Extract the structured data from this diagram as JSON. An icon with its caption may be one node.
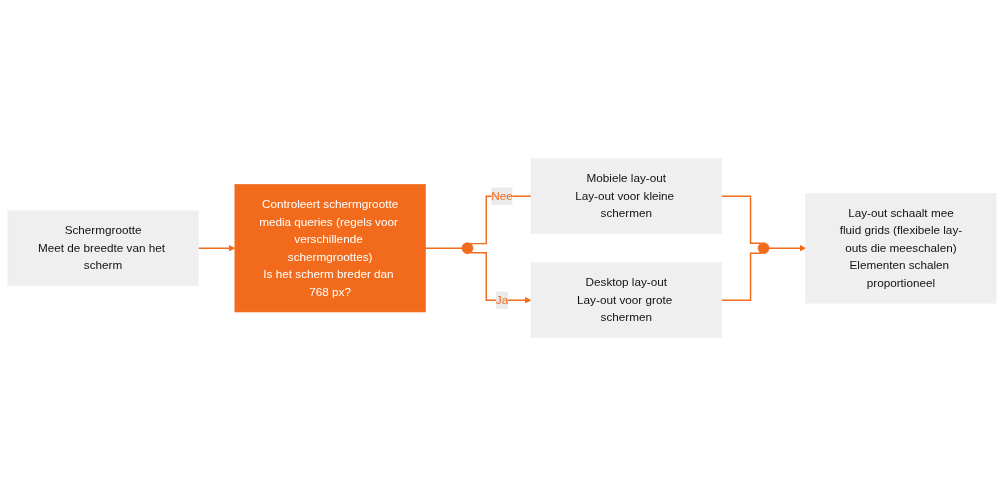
{
  "diagram": {
    "nodes": [
      {
        "text": [
          "Schermgrootte",
          "Meet de breedte van het scherm"
        ]
      },
      {
        "text": [
          "Controleert schermgrootte",
          "media queries (regels voor verschillende schermgroottes)",
          "Is het scherm breder dan 768 px?"
        ]
      },
      {
        "text": [],
        "shape": "circle"
      },
      {
        "text": [
          "Mobiele lay-out",
          "Lay-out voor kleine schermen"
        ]
      },
      {
        "text": [
          "Desktop lay-out",
          "Lay-out voor grote schermen"
        ]
      },
      {
        "text": [],
        "shape": "circle"
      },
      {
        "text": [
          "Lay-out schaalt mee",
          "fluid grids (flexibele lay-outs die meeschalen)",
          "Elementen schalen proportioneel"
        ]
      }
    ],
    "edges": [
      {
        "from": 0,
        "to": 1,
        "arrow": "to"
      },
      {
        "from": 1,
        "to": 2,
        "arrow": "none"
      },
      {
        "from": 2,
        "to": 3,
        "label": "Nee",
        "arrow": "none"
      },
      {
        "from": 2,
        "to": 4,
        "label": "Ja",
        "arrow": "to"
      },
      {
        "from": 3,
        "to": 5,
        "arrow": "none"
      },
      {
        "from": 4,
        "to": 5,
        "arrow": "none"
      },
      {
        "from": 5,
        "to": 6,
        "arrow": "to"
      }
    ]
  }
}
